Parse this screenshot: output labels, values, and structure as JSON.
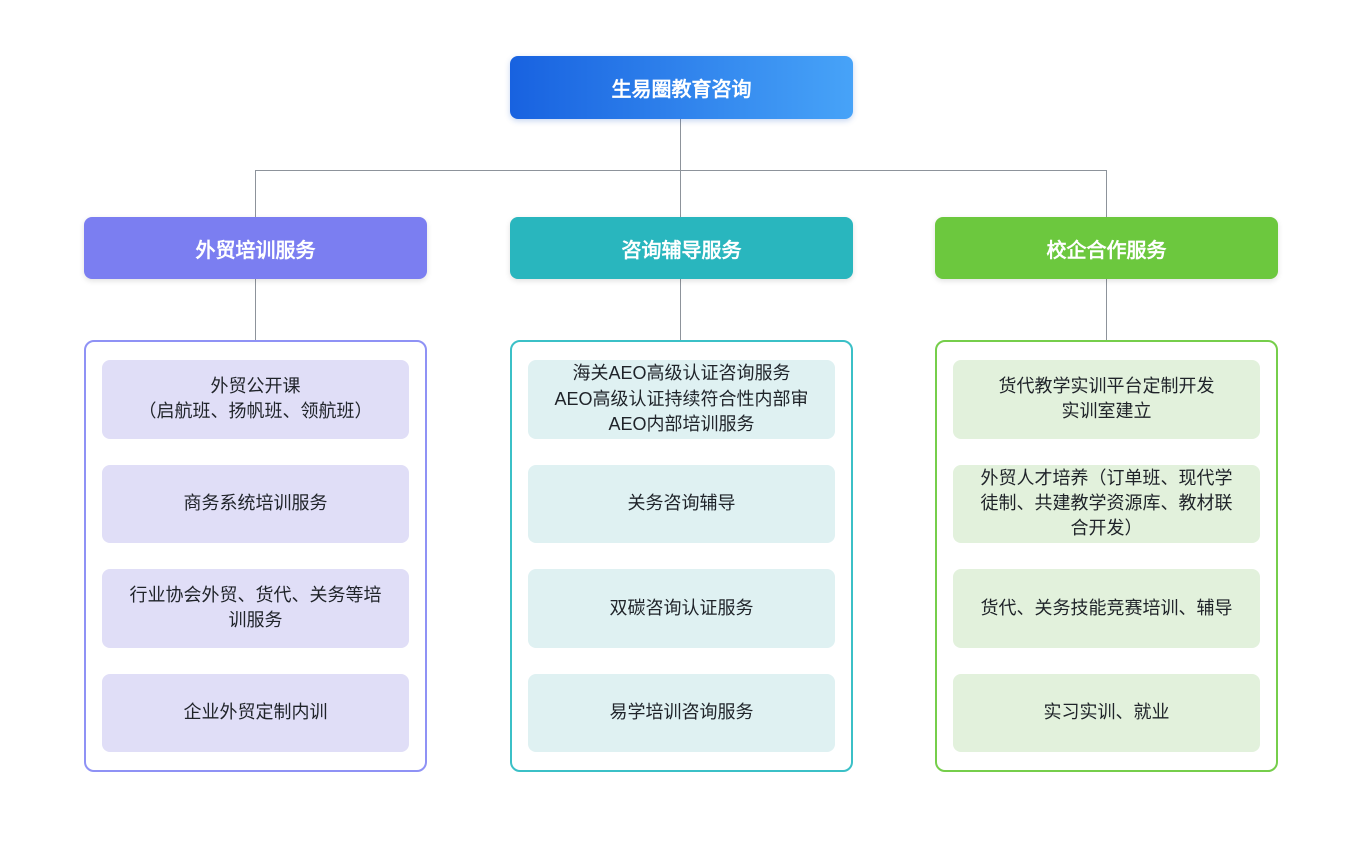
{
  "root": {
    "label": "生易圈教育咨询",
    "gradient_left": "#1862E0",
    "gradient_right": "#47A3F8",
    "text_color": "#ffffff"
  },
  "connector_color": "#8D939B",
  "branches": [
    {
      "label": "外贸培训服务",
      "colors": {
        "header_bg": "#7B7EF1",
        "container_border": "#8F92F5",
        "item_bg": "#E0DEF7"
      },
      "items": [
        "外贸公开课\n（启航班、扬帆班、领航班）",
        "商务系统培训服务",
        "行业协会外贸、货代、关务等培训服务",
        "企业外贸定制内训"
      ]
    },
    {
      "label": "咨询辅导服务",
      "colors": {
        "header_bg": "#29B6BE",
        "container_border": "#3BC0C7",
        "item_bg": "#DFF1F2"
      },
      "items": [
        "海关AEO高级认证咨询服务\nAEO高级认证持续符合性内部审\nAEO内部培训服务",
        "关务咨询辅导",
        "双碳咨询认证服务",
        "易学培训咨询服务"
      ]
    },
    {
      "label": "校企合作服务",
      "colors": {
        "header_bg": "#6CC83E",
        "container_border": "#76CE4B",
        "item_bg": "#E2F1DC"
      },
      "items": [
        "货代教学实训平台定制开发\n实训室建立",
        "外贸人才培养（订单班、现代学徒制、共建教学资源库、教材联合开发）",
        "货代、关务技能竞赛培训、辅导",
        "实习实训、就业"
      ]
    }
  ]
}
